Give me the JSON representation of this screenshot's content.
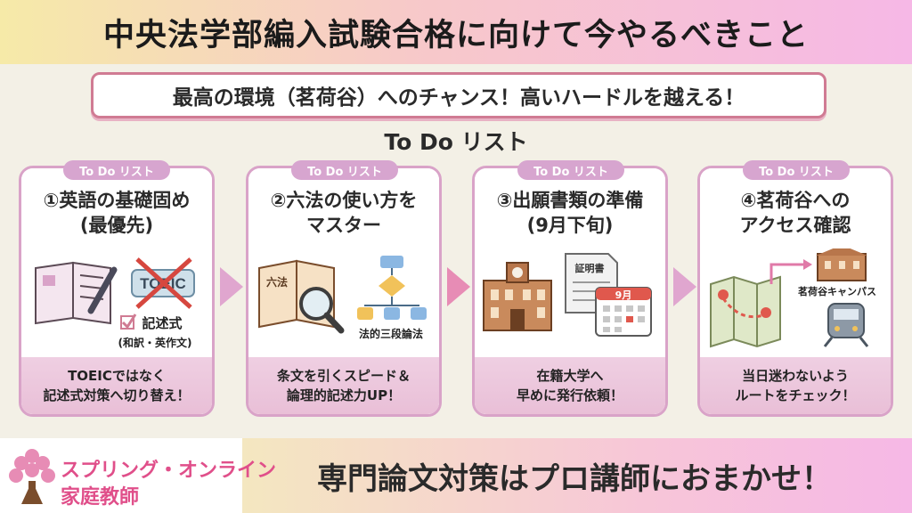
{
  "header": {
    "title": "中央法学部編入試験合格に向けて今やるべきこと"
  },
  "subtitle": "最高の環境（茗荷谷）へのチャンス！高いハードルを越える！",
  "todo_heading": "To Do リスト",
  "cards": [
    {
      "tag": "To Do リスト",
      "title_line1": "①英語の基礎固め",
      "title_line2": "(最優先)",
      "illus_text": {
        "toeic": "TOEIC",
        "check_label": "記述式",
        "check_sub": "(和訳・英作文)"
      },
      "desc_line1": "TOEICではなく",
      "desc_line2": "記述式対策へ切り替え！"
    },
    {
      "tag": "To Do リスト",
      "title_line1": "②六法の使い方を",
      "title_line2": "マスター",
      "illus_text": {
        "book": "六法",
        "flow": "法的三段論法"
      },
      "desc_line1": "条文を引くスピード＆",
      "desc_line2": "論理的記述力UP！"
    },
    {
      "tag": "To Do リスト",
      "title_line1": "③出願書類の準備",
      "title_line2": "(9月下旬)",
      "illus_text": {
        "doc": "証明書",
        "month": "9月"
      },
      "desc_line1": "在籍大学へ",
      "desc_line2": "早めに発行依頼！"
    },
    {
      "tag": "To Do リスト",
      "title_line1": "④茗荷谷への",
      "title_line2": "アクセス確認",
      "illus_text": {
        "campus": "茗荷谷キャンパス"
      },
      "desc_line1": "当日迷わないよう",
      "desc_line2": "ルートをチェック！"
    }
  ],
  "footer": {
    "brand_line1": "スプリング・オンライン",
    "brand_line2": "家庭教師",
    "promo": "専門論文対策はプロ講師におまかせ！"
  },
  "colors": {
    "accent_pink": "#d07b93",
    "card_border": "#d9a3c8",
    "brand": "#e04f8a"
  }
}
